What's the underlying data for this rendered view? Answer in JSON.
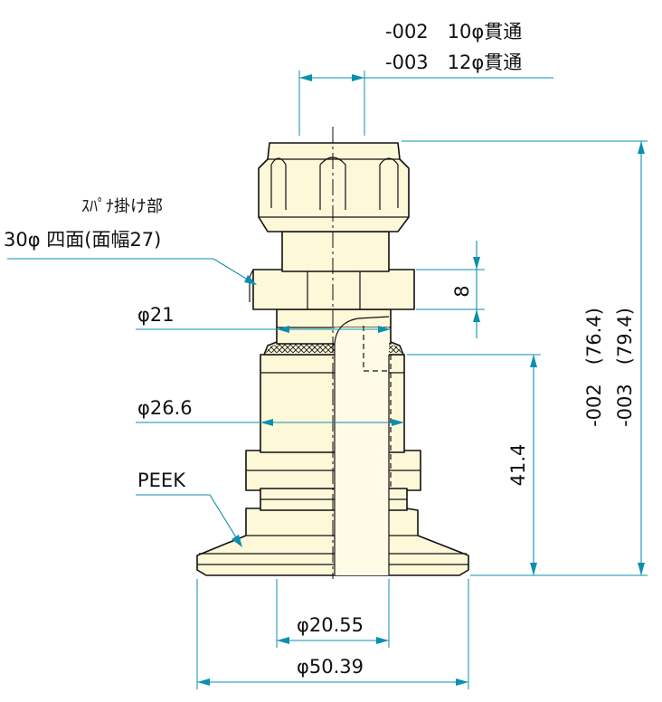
{
  "notes": {
    "line1": "-002　10φ貫通",
    "line2": "-003　12φ貫通"
  },
  "spanner": {
    "label1": "ｽﾊﾟﾅ掛け部",
    "label2": "30φ 四面(面幅27)"
  },
  "dimensions": {
    "d21": "φ21",
    "d26_6": "φ26.6",
    "d20_55": "φ20.55",
    "d50_39": "φ50.39",
    "h8": "8",
    "h41_4": "41.4",
    "h_002": "-002　(76.4)",
    "h_003": "-003　(79.4)"
  },
  "material": {
    "label": "PEEK"
  },
  "colors": {
    "part_fill": "#fdf8d8",
    "outline": "#111111",
    "dimension": "#0b8fb0"
  }
}
